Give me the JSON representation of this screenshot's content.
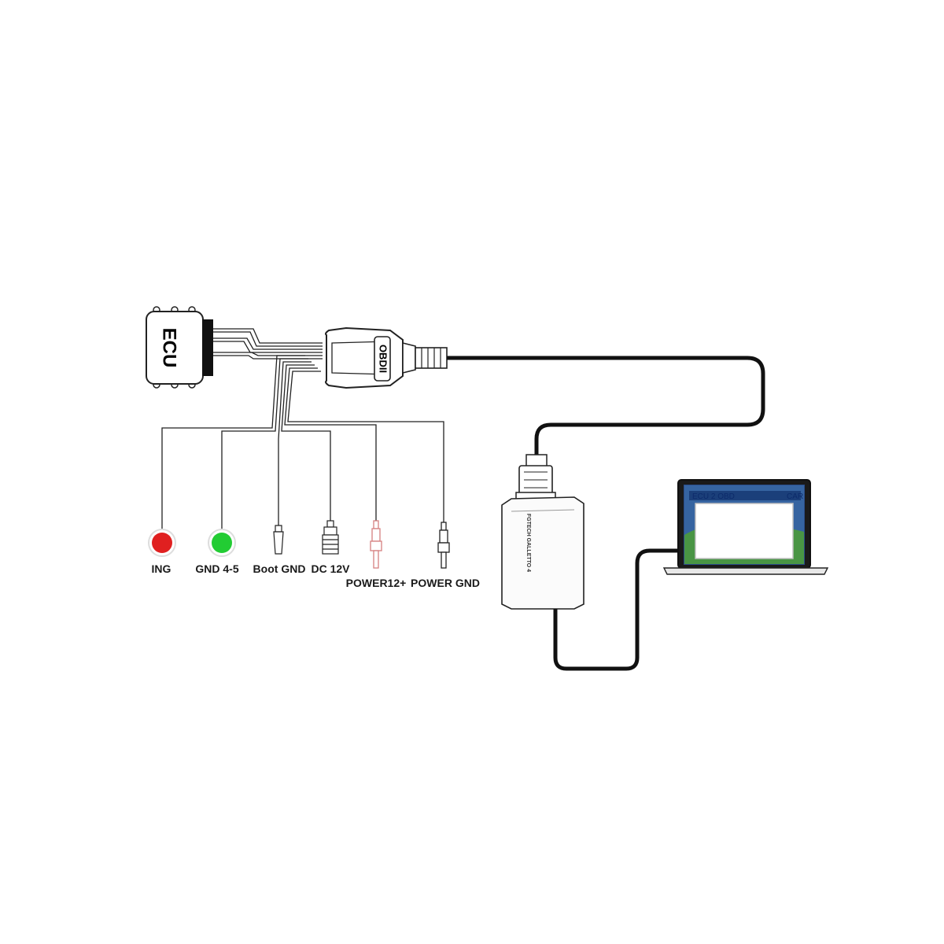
{
  "ecu": {
    "label": "ECU"
  },
  "obd": {
    "label": "OBDII"
  },
  "device": {
    "label": "FGTECH GALLETTO 4"
  },
  "laptop": {
    "screen_left": "ECU 2 OBD",
    "screen_right": "CAR"
  },
  "connectors": [
    {
      "id": "ing",
      "label": "ING",
      "color": "#e02020"
    },
    {
      "id": "gnd45",
      "label": "GND 4-5",
      "color": "#22cc33"
    },
    {
      "id": "boot-gnd",
      "label": "Boot GND",
      "color": "#ffffff"
    },
    {
      "id": "dc12v",
      "label": "DC 12V",
      "color": "#ffffff"
    },
    {
      "id": "power12",
      "label": "POWER12+",
      "color": "#e08a8a"
    },
    {
      "id": "power-gnd",
      "label": "POWER GND",
      "color": "#ffffff"
    }
  ]
}
